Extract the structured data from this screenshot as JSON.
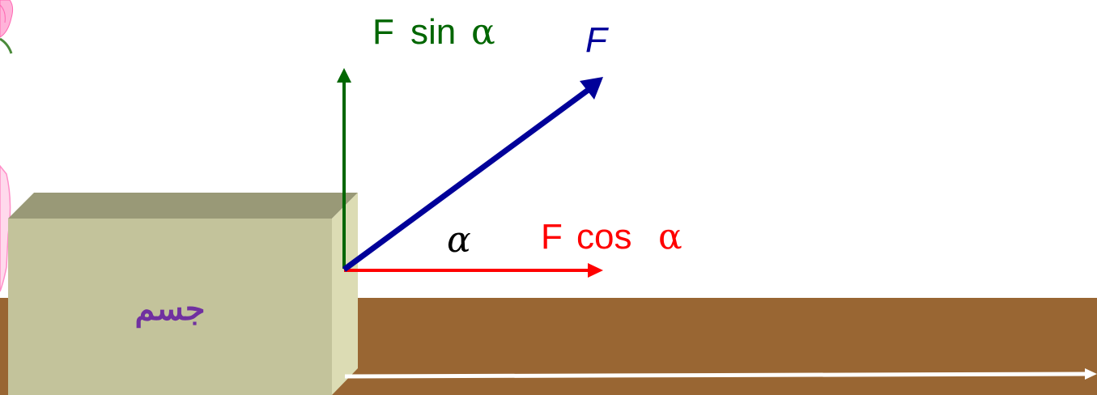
{
  "labels": {
    "force": "F",
    "vertical_component_prefix": "F",
    "vertical_component_func": "sin",
    "vertical_component_greek": "α",
    "horizontal_component_prefix": "F",
    "horizontal_component_func": "cos",
    "horizontal_component_greek": "α",
    "angle": "α",
    "body": "جسم"
  },
  "colors": {
    "force_arrow": "#000099",
    "vertical_component": "#006600",
    "horizontal_component": "#ff0000",
    "ground": "#996633",
    "block_front": "#c3c39b",
    "block_top": "#999977",
    "block_side": "#dcdcb4",
    "body_label": "#7030a0",
    "motion_arrow": "#ffffff",
    "decoration_flower": "#ff8fc8",
    "decoration_leaf": "#4a8a3a"
  },
  "decoration": {
    "left_edge": "flower-decoration"
  }
}
